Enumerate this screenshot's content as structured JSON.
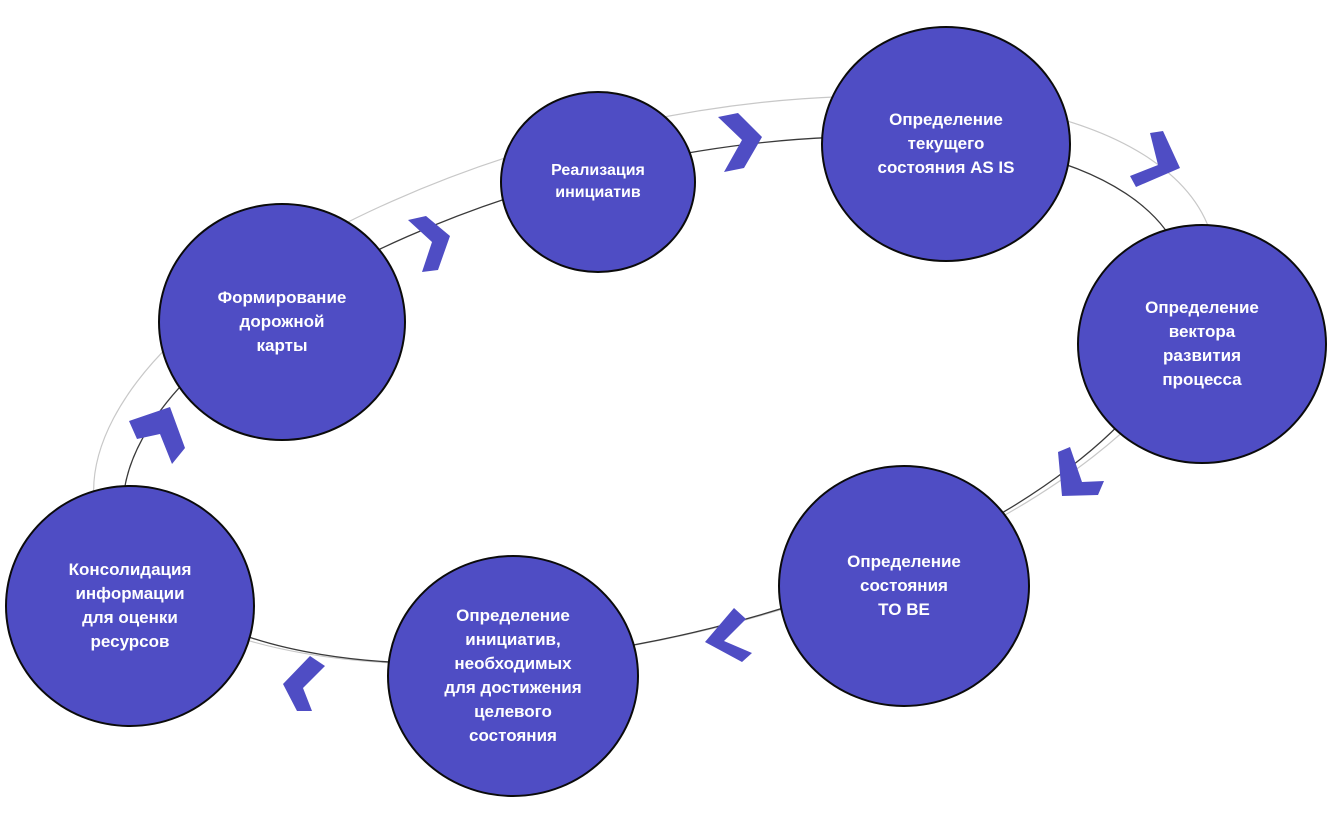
{
  "colors": {
    "node_fill": "#4f4dc4",
    "node_border": "#0b0b0b",
    "arrow": "#4f4dc4",
    "ring_dark": "#3a3a3a",
    "ring_light": "#c8c8c8"
  },
  "nodes": [
    {
      "id": "realization",
      "label": "Реализация\nинициатив"
    },
    {
      "id": "as-is",
      "label": "Определение\nтекущего\nсостояния AS IS"
    },
    {
      "id": "vector",
      "label": "Определение\nвектора\nразвития\nпроцесса"
    },
    {
      "id": "to-be",
      "label": "Определение\nсостояния\nTO BE"
    },
    {
      "id": "initiatives",
      "label": "Определение\nинициатив,\nнеобходимых\nдля достижения\nцелевого\nсостояния"
    },
    {
      "id": "consolidation",
      "label": "Консолидация\nинформации\nдля оценки\nресурсов"
    },
    {
      "id": "roadmap",
      "label": "Формирование\nдорожной\nкарты"
    }
  ],
  "arrow_icons": [
    "chevron-icon"
  ]
}
